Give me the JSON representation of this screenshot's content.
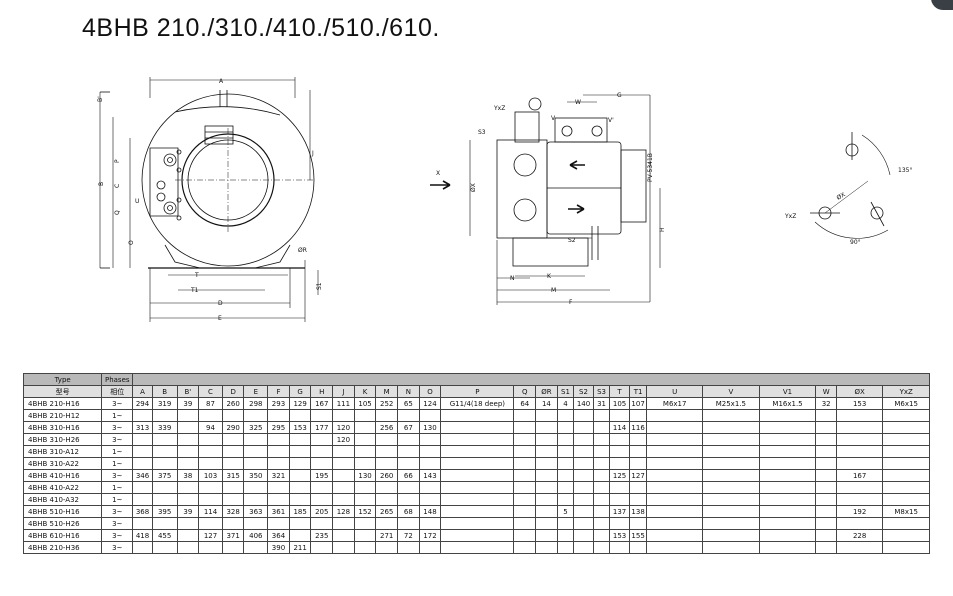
{
  "title": "4BHB 210./310./410./510./610.",
  "drawing_labels": {
    "front": [
      "A",
      "B",
      "B'",
      "C",
      "P",
      "Q",
      "O",
      "U",
      "J",
      "T",
      "T1",
      "D",
      "E",
      "ØR",
      "S1"
    ],
    "side": [
      "YxZ",
      "V",
      "V'",
      "W",
      "G",
      "S3",
      "X",
      "ØX",
      "PV-5341B",
      "S2",
      "H",
      "N",
      "K",
      "M",
      "F"
    ],
    "flange": [
      "135°",
      "ØX",
      "YxZ",
      "90°"
    ]
  },
  "table": {
    "type_header": "Type",
    "phases_header": "Phases",
    "model_header": "型号",
    "phase_header": "相位",
    "columns": [
      "A",
      "B",
      "B'",
      "C",
      "D",
      "E",
      "F",
      "G",
      "H",
      "J",
      "K",
      "M",
      "N",
      "O",
      "P",
      "Q",
      "ØR",
      "S1",
      "S2",
      "S3",
      "T",
      "T1",
      "U",
      "V",
      "V1",
      "W",
      "ØX",
      "YxZ"
    ],
    "rows": [
      {
        "model": "4BHB 210-H16",
        "phase": "3~",
        "v": [
          "294",
          "319",
          "39",
          "87",
          "260",
          "298",
          "293",
          "129",
          "167",
          "111",
          "105",
          "252",
          "65",
          "124",
          "G11/4(18 deep)",
          "64",
          "14",
          "4",
          "140",
          "31",
          "105",
          "107",
          "M6x17",
          "M25x1.5",
          "M16x1.5",
          "32",
          "153",
          "M6x15"
        ]
      },
      {
        "model": "4BHB 210-H12",
        "phase": "1~",
        "v": [
          "",
          "",
          "",
          "",
          "",
          "",
          "",
          "",
          "",
          "",
          "",
          "",
          "",
          "",
          "",
          "",
          "",
          "",
          "",
          "",
          "",
          "",
          "",
          "",
          "",
          "",
          "",
          ""
        ]
      },
      {
        "model": "4BHB 310-H16",
        "phase": "3~",
        "v": [
          "313",
          "339",
          "",
          "94",
          "290",
          "325",
          "295",
          "153",
          "177",
          "120",
          "",
          "256",
          "67",
          "130",
          "",
          "",
          "",
          "",
          "",
          "",
          "114",
          "116",
          "",
          "",
          "",
          "",
          "",
          ""
        ]
      },
      {
        "model": "4BHB 310-H26",
        "phase": "3~",
        "v": [
          "",
          "",
          "",
          "",
          "",
          "",
          "",
          "",
          "",
          "120",
          "",
          "",
          "",
          "",
          "",
          "",
          "",
          "",
          "",
          "",
          "",
          "",
          "",
          "",
          "",
          "",
          "",
          ""
        ]
      },
      {
        "model": "4BHB 310-A12",
        "phase": "1~",
        "v": [
          "",
          "",
          "",
          "",
          "",
          "",
          "",
          "",
          "",
          "",
          "",
          "",
          "",
          "",
          "",
          "",
          "",
          "",
          "",
          "",
          "",
          "",
          "",
          "",
          "",
          "",
          "",
          ""
        ]
      },
      {
        "model": "4BHB 310-A22",
        "phase": "1~",
        "v": [
          "",
          "",
          "",
          "",
          "",
          "",
          "",
          "",
          "",
          "",
          "",
          "",
          "",
          "",
          "",
          "",
          "",
          "",
          "",
          "",
          "",
          "",
          "",
          "",
          "",
          "",
          "",
          ""
        ]
      },
      {
        "model": "4BHB 410-H16",
        "phase": "3~",
        "v": [
          "346",
          "375",
          "38",
          "103",
          "315",
          "350",
          "321",
          "",
          "195",
          "",
          "130",
          "260",
          "66",
          "143",
          "",
          "",
          "",
          "",
          "",
          "",
          "125",
          "127",
          "",
          "",
          "",
          "",
          "167",
          ""
        ]
      },
      {
        "model": "4BHB 410-A22",
        "phase": "1~",
        "v": [
          "",
          "",
          "",
          "",
          "",
          "",
          "",
          "",
          "",
          "",
          "",
          "",
          "",
          "",
          "",
          "",
          "",
          "",
          "",
          "",
          "",
          "",
          "",
          "",
          "",
          "",
          "",
          ""
        ]
      },
      {
        "model": "4BHB 410-A32",
        "phase": "1~",
        "v": [
          "",
          "",
          "",
          "",
          "",
          "",
          "",
          "",
          "",
          "",
          "",
          "",
          "",
          "",
          "",
          "",
          "",
          "",
          "",
          "",
          "",
          "",
          "",
          "",
          "",
          "",
          "",
          ""
        ]
      },
      {
        "model": "4BHB 510-H16",
        "phase": "3~",
        "v": [
          "368",
          "395",
          "39",
          "114",
          "328",
          "363",
          "361",
          "185",
          "205",
          "128",
          "152",
          "265",
          "68",
          "148",
          "",
          "",
          "",
          "5",
          "",
          "",
          "137",
          "138",
          "",
          "",
          "",
          "",
          "192",
          "M8x15"
        ]
      },
      {
        "model": "4BHB 510-H26",
        "phase": "3~",
        "v": [
          "",
          "",
          "",
          "",
          "",
          "",
          "",
          "",
          "",
          "",
          "",
          "",
          "",
          "",
          "",
          "",
          "",
          "",
          "",
          "",
          "",
          "",
          "",
          "",
          "",
          "",
          "",
          ""
        ]
      },
      {
        "model": "4BHB 610-H16",
        "phase": "3~",
        "v": [
          "418",
          "455",
          "",
          "127",
          "371",
          "406",
          "364",
          "",
          "235",
          "",
          "",
          "271",
          "72",
          "172",
          "",
          "",
          "",
          "",
          "",
          "",
          "153",
          "155",
          "",
          "",
          "",
          "",
          "228",
          ""
        ]
      },
      {
        "model": "4BHB 210-H36",
        "phase": "3~",
        "v": [
          "",
          "",
          "",
          "",
          "",
          "",
          "390",
          "211",
          "",
          "",
          "",
          "",
          "",
          "",
          "",
          "",
          "",
          "",
          "",
          "",
          "",
          "",
          "",
          "",
          "",
          "",
          "",
          ""
        ]
      }
    ]
  }
}
